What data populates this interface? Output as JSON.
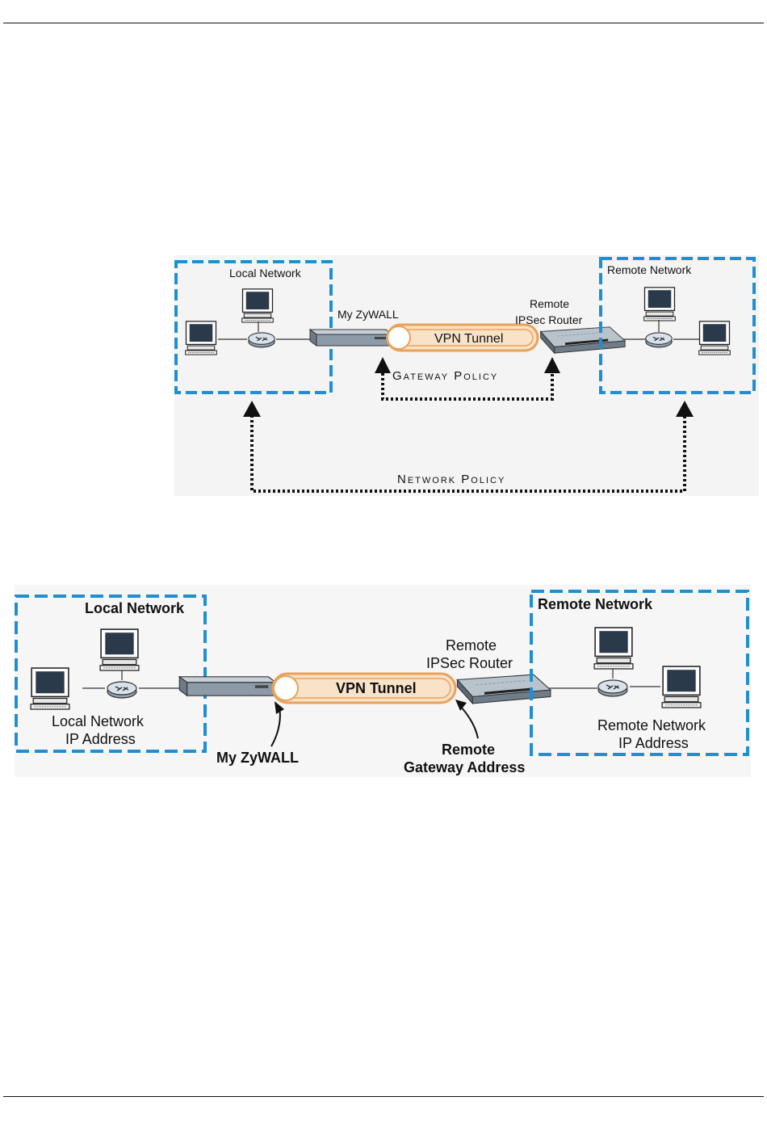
{
  "figure1": {
    "local_network": "Local Network",
    "remote_network": "Remote Network",
    "my_zywall": "My ZyWALL",
    "remote_router_line1": "Remote",
    "remote_router_line2": "IPSec Router",
    "vpn_tunnel": "VPN Tunnel",
    "gateway_policy": "Gateway Policy",
    "network_policy": "Network Policy"
  },
  "figure2": {
    "local_network": "Local Network",
    "remote_network": "Remote Network",
    "remote_router_line1": "Remote",
    "remote_router_line2": "IPSec Router",
    "vpn_tunnel": "VPN Tunnel",
    "local_ip_line1": "Local Network",
    "local_ip_line2": "IP Address",
    "remote_ip_line1": "Remote Network",
    "remote_ip_line2": "IP Address",
    "my_zywall": "My ZyWALL",
    "remote_gateway_line1": "Remote",
    "remote_gateway_line2": "Gateway Address"
  },
  "colors": {
    "network_border": "#1f8fd0",
    "tunnel": "#e8a25a",
    "device": "#7b8a9a"
  }
}
